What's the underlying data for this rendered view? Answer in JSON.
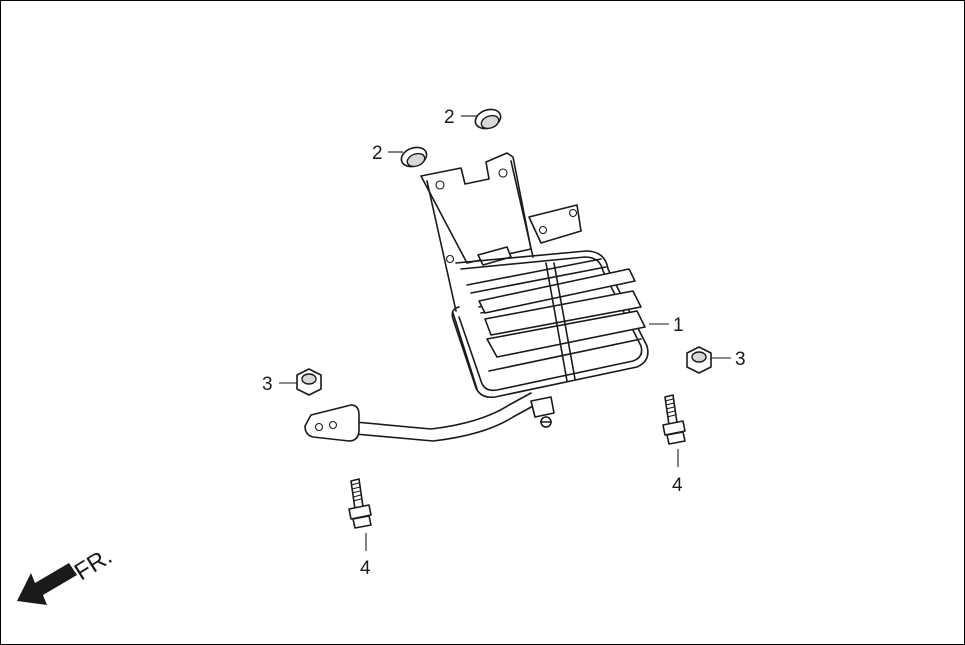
{
  "diagram": {
    "direction_label": "FR.",
    "callouts": [
      {
        "id": "c1",
        "text": "1"
      },
      {
        "id": "c2a",
        "text": "2"
      },
      {
        "id": "c2b",
        "text": "2"
      },
      {
        "id": "c3a",
        "text": "3"
      },
      {
        "id": "c3b",
        "text": "3"
      },
      {
        "id": "c4a",
        "text": "4"
      },
      {
        "id": "c4b",
        "text": "4"
      }
    ]
  }
}
